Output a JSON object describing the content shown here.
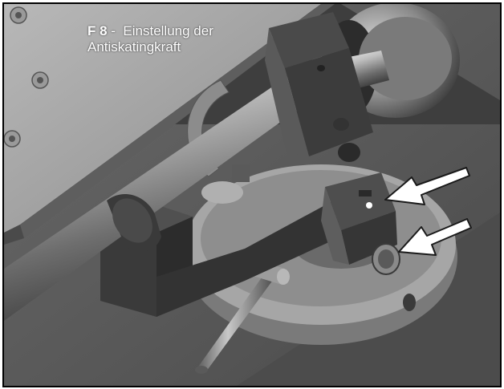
{
  "caption": {
    "figure_number": "F 8",
    "separator": " -  ",
    "line1": "Einstellung der",
    "line2": "Antiskatingkraft"
  },
  "colors": {
    "frame_border": "#000000",
    "caption_text": "#ffffff",
    "arrow_fill": "#ffffff"
  },
  "illustration": {
    "subject": "tonearm-antiskating-adjustment",
    "pointer_arrows": 2
  }
}
